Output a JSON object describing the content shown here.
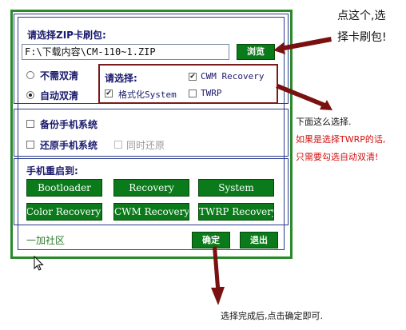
{
  "zip_section": {
    "label": "请选择ZIP卡刷包:",
    "path_value": "F:\\下载内容\\CM-110~1.ZIP",
    "browse_label": "浏览"
  },
  "wipe": {
    "no_wipe_label": "不需双清",
    "auto_wipe_label": "自动双清",
    "selected": "自动双清"
  },
  "options": {
    "title": "请选择:",
    "cwm_label": "CWM Recovery",
    "cwm_checked": true,
    "format_label": "格式化System",
    "format_checked": true,
    "twrp_label": "TWRP",
    "twrp_checked": false
  },
  "backup": {
    "backup_label": "备份手机系统",
    "restore_label": "还原手机系统",
    "simultaneous_label": "同时还原"
  },
  "reboot": {
    "title": "手机重启到:",
    "buttons": [
      "Bootloader",
      "Recovery",
      "System",
      "Color Recovery",
      "CWM Recovery",
      "TWRP Recovery"
    ]
  },
  "footer": {
    "community": "一加社区",
    "ok_label": "确定",
    "exit_label": "退出"
  },
  "annotations": {
    "top_1": "点这个,选",
    "top_2": "择卡刷包!",
    "mid_1": "下面这么选择.",
    "mid_2": "如果是选择TWRP的话,",
    "mid_3": "只需要勾选自动双清!",
    "bottom": "选择完成后,点击确定即可."
  },
  "colors": {
    "arrow": "#7a1010",
    "button_green": "#0a7a1a",
    "frame_green": "#2a8a2a",
    "highlight_red": "#7a1a1a",
    "note_red": "#d01010"
  }
}
